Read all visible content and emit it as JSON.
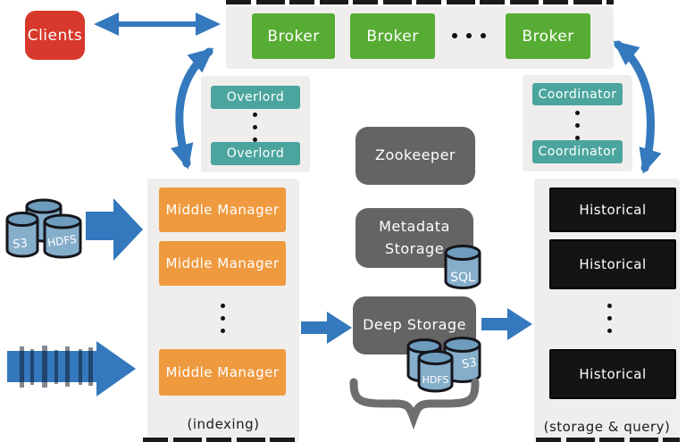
{
  "clients": {
    "label": "Clients"
  },
  "broker_panel": {
    "items": [
      "Broker",
      "Broker",
      "Broker"
    ]
  },
  "overlord_panel": {
    "items": [
      "Overlord",
      "Overlord"
    ]
  },
  "coordinator_panel": {
    "items": [
      "Coordinator",
      "Coordinator"
    ]
  },
  "zookeeper": {
    "label": "Zookeeper"
  },
  "metadata_storage": {
    "line1": "Metadata",
    "line2": "Storage",
    "db": "SQL"
  },
  "deep_storage": {
    "label": "Deep Storage",
    "db_front": "HDFS",
    "db_right": "S3"
  },
  "indexing_panel": {
    "items": [
      "Middle Manager",
      "Middle Manager",
      "Middle Manager"
    ],
    "caption": "(indexing)"
  },
  "storage_panel": {
    "items": [
      "Historical",
      "Historical",
      "Historical"
    ],
    "caption": "(storage & query)"
  },
  "source_storage": {
    "left": "S3",
    "right": "HDFS"
  },
  "colors": {
    "red": "#d7392c",
    "green": "#57ac33",
    "teal": "#4ba59e",
    "orange": "#ef9a3f",
    "gray": "#646464",
    "blue": "#3478bd",
    "panel": "#efeeec",
    "black_box": "#141414",
    "cylinder_body": "#85aeca",
    "cylinder_top": "#6d9cbd"
  }
}
